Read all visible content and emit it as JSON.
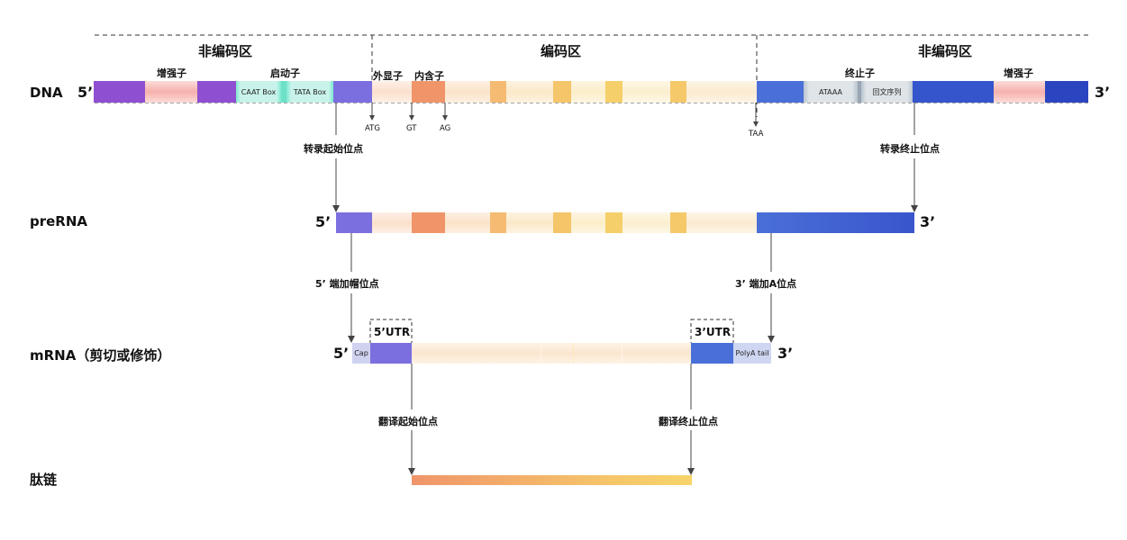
{
  "regions": {
    "left": "非编码区",
    "middle": "编码区",
    "right": "非编码区"
  },
  "rows": {
    "dna": "DNA",
    "prerna": "preRNA",
    "mrna": "mRNA（剪切或修饰）",
    "peptide": "肽链"
  },
  "ends": {
    "five": "5’",
    "three": "3’"
  },
  "dna_labels": {
    "enhancer": "增强子",
    "promoter": "启动子",
    "caat": "CAAT Box",
    "tata": "TATA Box",
    "exon": "外显子",
    "intron": "内含子",
    "terminator": "终止子",
    "ataaa": "ATAAA",
    "palindrome": "回文序列",
    "enhancer2": "增强子"
  },
  "codons": {
    "atg": "ATG",
    "gt": "GT",
    "ag": "AG",
    "taa": "TAA"
  },
  "sites": {
    "tx_start": "转录起始位点",
    "tx_end": "转录终止位点",
    "cap_site": "5’ 端加帽位点",
    "polya_site": "3’ 端加A位点",
    "tl_start": "翻译起始位点",
    "tl_end": "翻译终止位点"
  },
  "mrna_labels": {
    "utr5": "5’UTR",
    "utr3": "3’UTR",
    "cap": "Cap",
    "polya": "PolyA tail"
  },
  "colors": {
    "purple": "#8e4fd0",
    "violet": "#7b6fdf",
    "pink": "#f6b4b0",
    "teal": "#8ee8d4",
    "exon_light": "#fbe5d6",
    "intron": "#f0956a",
    "gold": "#f5c56a",
    "blue": "#4a6fd8",
    "navy": "#2b45c0",
    "gray": "#d2d8dd"
  }
}
